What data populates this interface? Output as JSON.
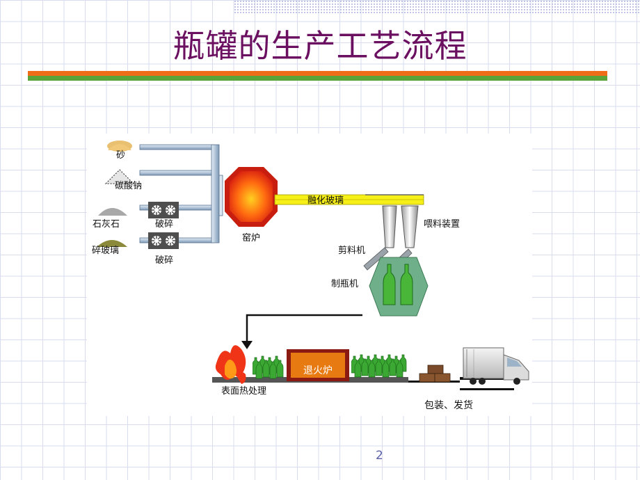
{
  "title": "瓶罐的生产工艺流程",
  "labels": {
    "sand": "砂",
    "soda_ash": "碳酸钠",
    "limestone": "石灰石",
    "cullet": "碎玻璃",
    "crush_1": "破碎",
    "crush_2": "破碎",
    "furnace": "窑炉",
    "molten_glass": "融化玻璃",
    "feeder": "喂料装置",
    "shear": "剪料机",
    "bottle_machine": "制瓶机",
    "lehr": "退火炉",
    "surface_treatment": "表面热处理",
    "pack_ship": "包装、发货"
  },
  "page_number": "2"
}
